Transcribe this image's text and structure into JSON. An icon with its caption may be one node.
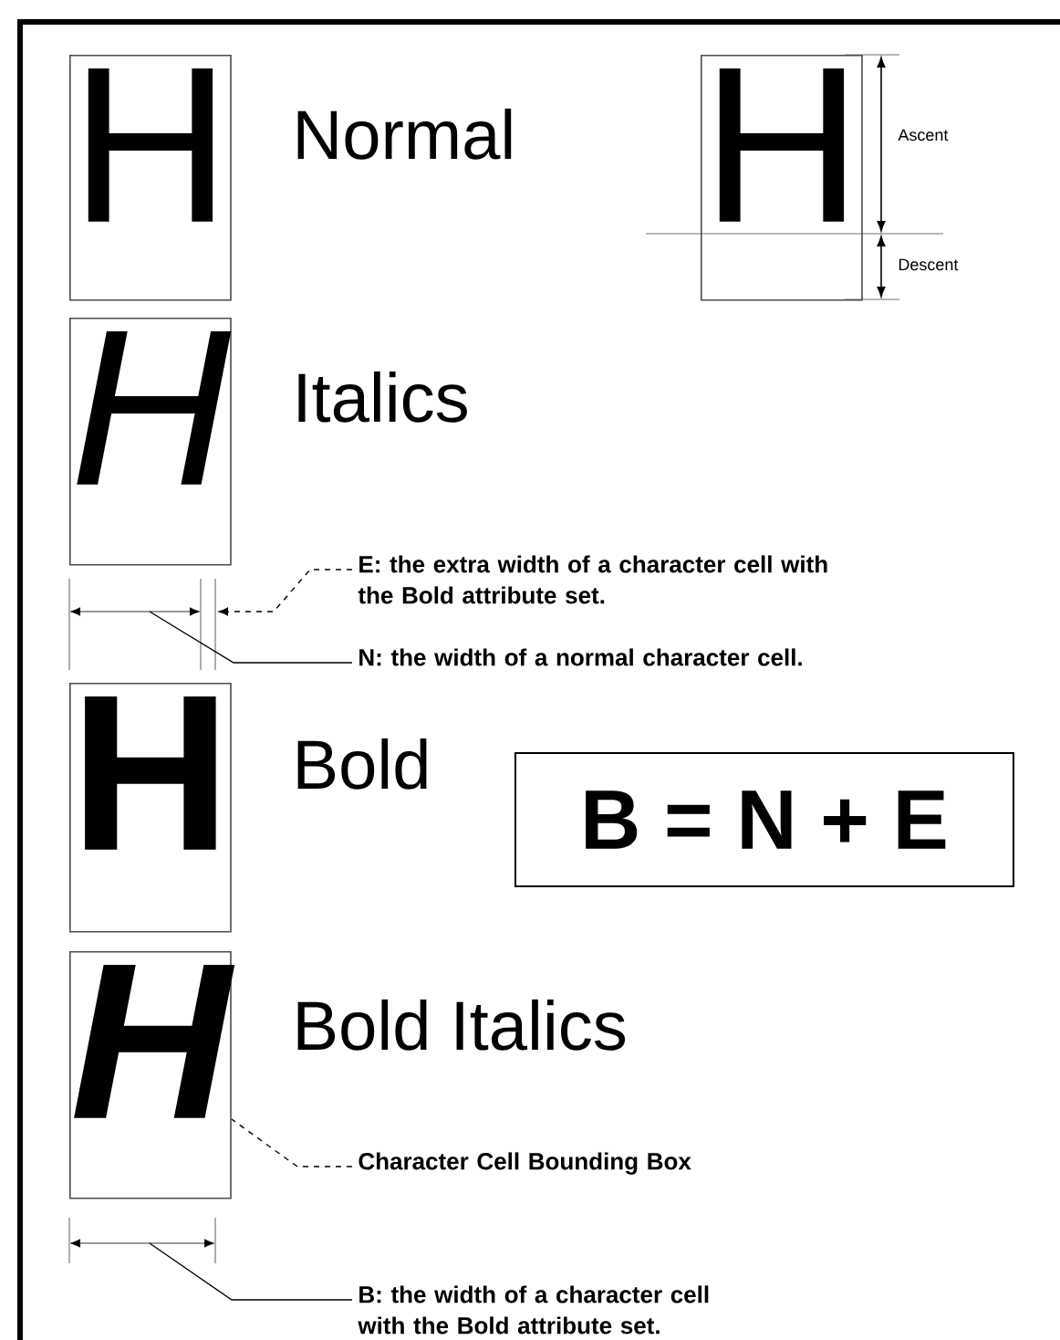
{
  "diagram": {
    "nodes": [
      {
        "text": [
          "H"
        ]
      },
      {
        "text": [
          "H"
        ]
      },
      {
        "text": [
          "H"
        ]
      },
      {
        "text": [
          "E: the extra width of a character cell with the Bold attribute set."
        ]
      },
      {
        "text": [
          "N: the width of a normal character cell."
        ]
      },
      {
        "text": [
          "H"
        ]
      },
      {
        "text": [
          "B = N + E"
        ]
      },
      {
        "text": [
          "H"
        ]
      },
      {
        "text": [
          "Character Cell Bounding Box"
        ]
      },
      {
        "text": [
          "B: the width of a character cell with the Bold attribute set."
        ]
      }
    ],
    "edges": [
      {
        "from": 3,
        "to": null,
        "arrow": "to",
        "style": "dashed"
      },
      {
        "from": 4,
        "to": null,
        "arrow": "none"
      },
      {
        "from": 8,
        "to": 7,
        "arrow": "none",
        "style": "dashed"
      },
      {
        "from": 9,
        "to": null,
        "arrow": "none"
      }
    ],
    "labels": [
      "Normal",
      "Ascent",
      "Descent",
      "Italics",
      "Bold",
      "Bold Italics"
    ]
  }
}
